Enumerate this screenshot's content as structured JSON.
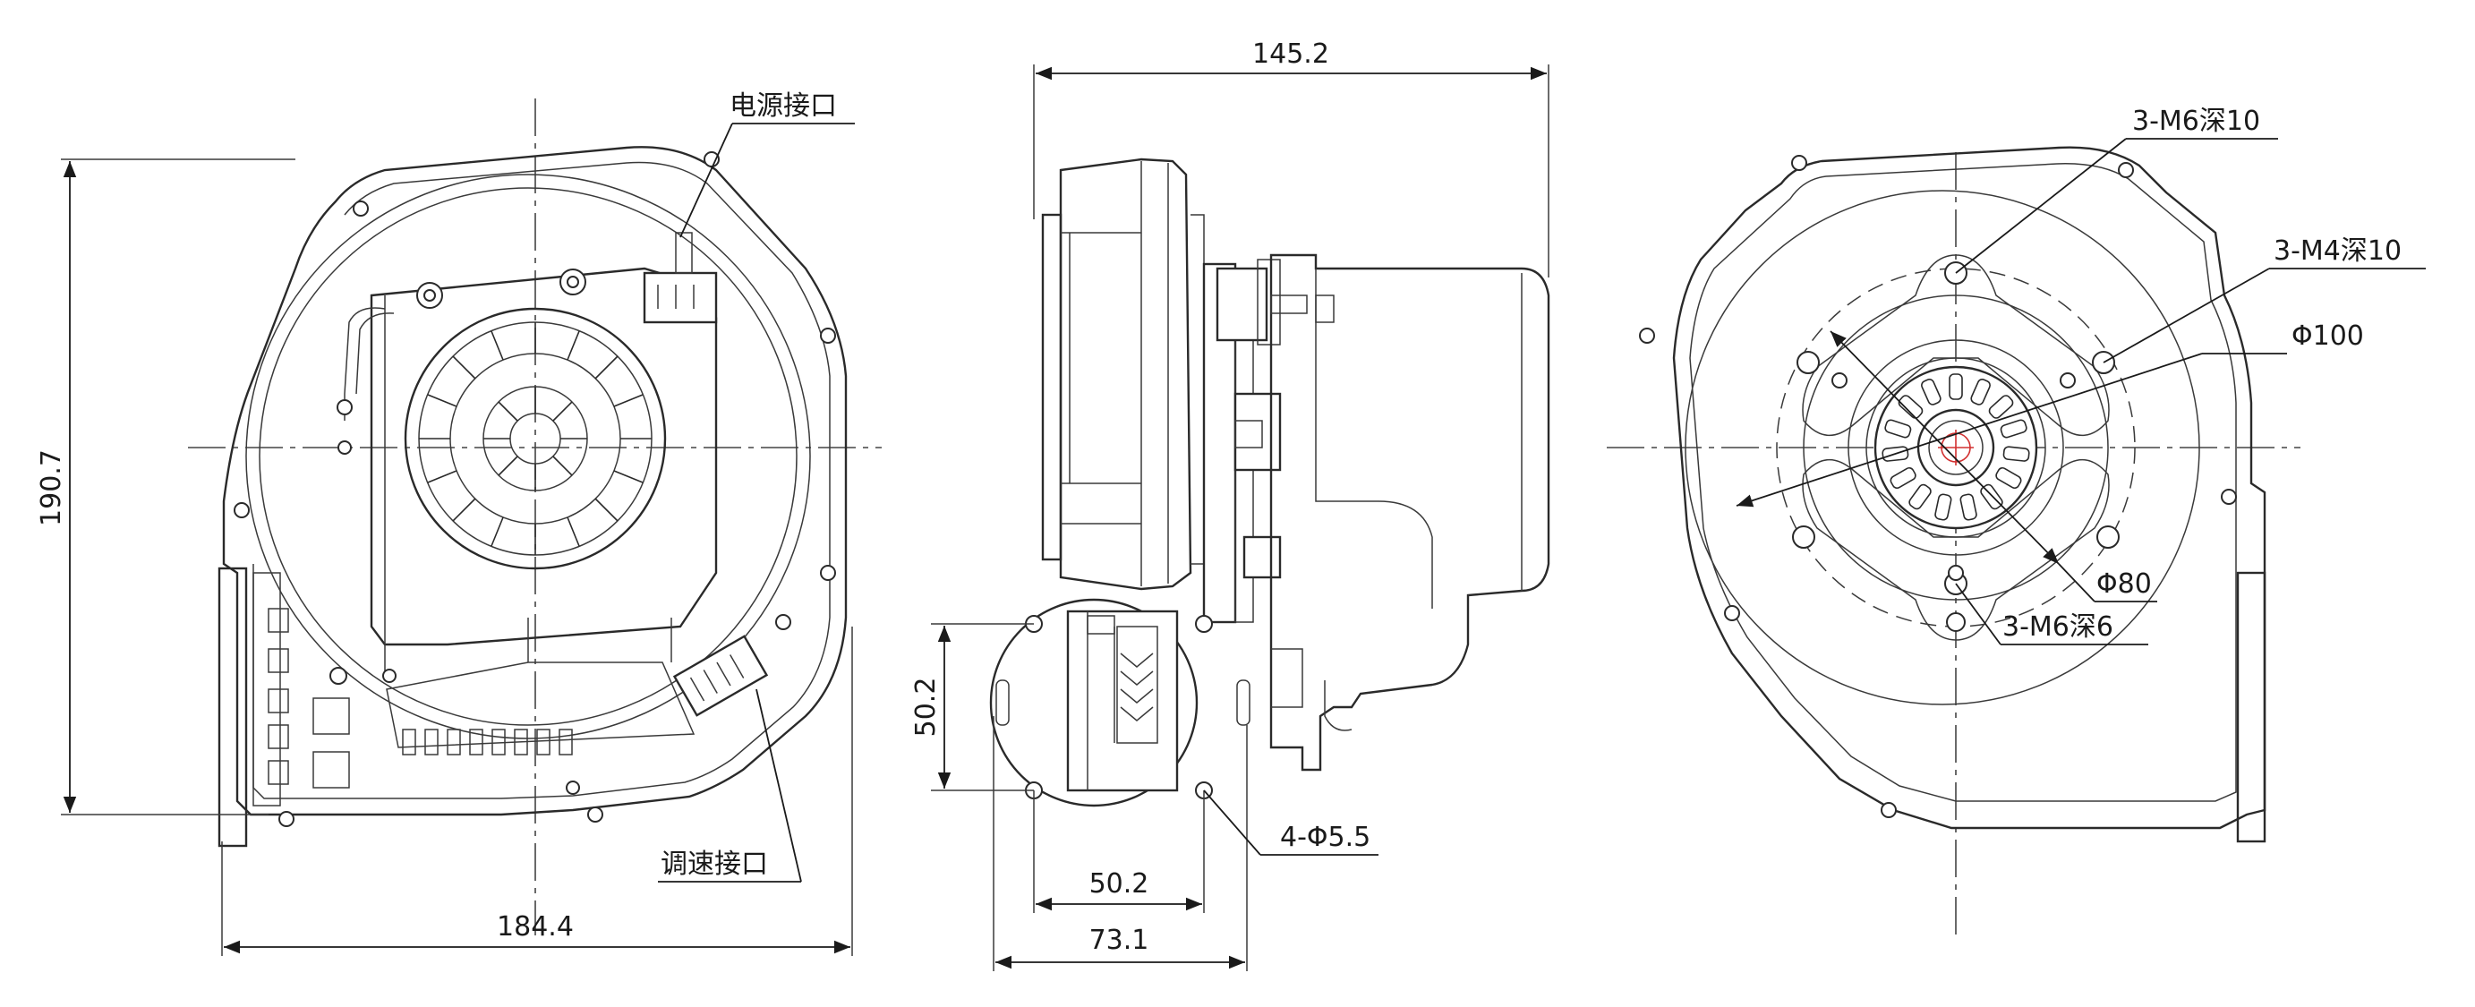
{
  "dimensions": {
    "front_height": "190.7",
    "front_width": "184.4",
    "side_length": "145.2",
    "flange_height": "50.2",
    "flange_width": "50.2",
    "flange_outer_width": "73.1",
    "mount_holes": "4-Φ5.5"
  },
  "callouts": {
    "power_port": "电源接口",
    "speed_port": "调速接口",
    "m6_top": "3-M6深10",
    "m4": "3-M4深10",
    "phi100": "Φ100",
    "phi80": "Φ80",
    "m6_bottom": "3-M6深6"
  }
}
